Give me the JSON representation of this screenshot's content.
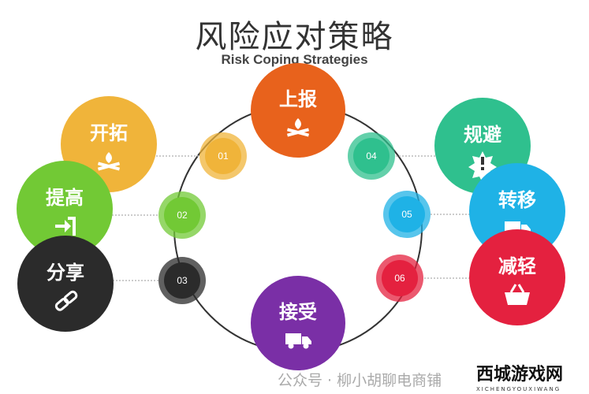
{
  "title": "风险应对策略",
  "subtitle": "Risk Coping Strategies",
  "strategies": [
    {
      "num": "01",
      "label": "开拓",
      "icon": "campfire-icon",
      "color": "#f0b43a"
    },
    {
      "num": "02",
      "label": "提高",
      "icon": "sign-in-icon",
      "color": "#72c935"
    },
    {
      "num": "03",
      "label": "分享",
      "icon": "link-icon",
      "color": "#2b2b2b"
    },
    {
      "num": "04",
      "label": "规避",
      "icon": "warning-icon",
      "color": "#2fc08e"
    },
    {
      "num": "05",
      "label": "转移",
      "icon": "truck-icon",
      "color": "#1fb2e6"
    },
    {
      "num": "06",
      "label": "减轻",
      "icon": "basket-icon",
      "color": "#e4213f"
    }
  ],
  "top": {
    "label": "上报",
    "icon": "campfire-icon",
    "color": "#e8621c"
  },
  "bottom": {
    "label": "接受",
    "icon": "truck-icon",
    "color": "#7a2fa6"
  },
  "watermark": "公众号 · 柳小胡聊电商铺",
  "logo": {
    "name": "西城游戏网",
    "sub": "XICHENGYOUXIWANG"
  }
}
